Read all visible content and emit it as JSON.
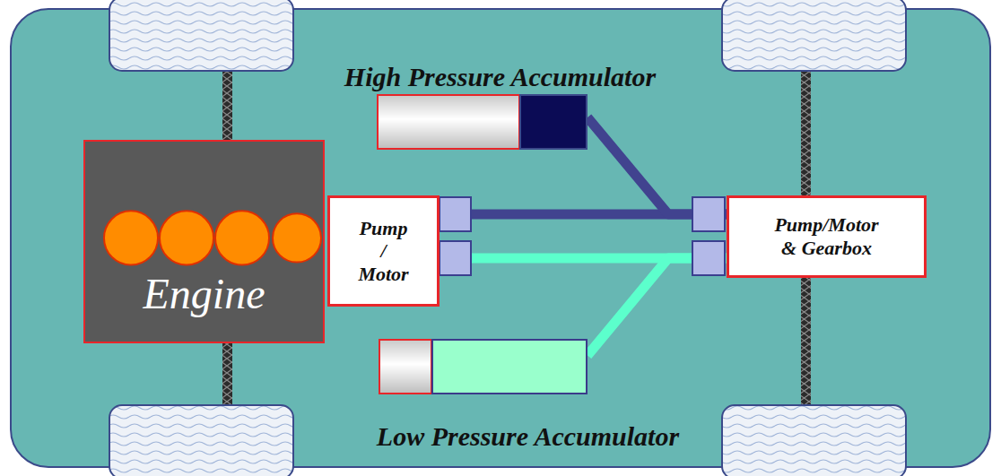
{
  "diagram": {
    "nodes": [
      {
        "text": [
          "High Pressure Accumulator"
        ]
      },
      {
        "text": [
          "Engine"
        ]
      },
      {
        "text": [
          "Pump / Motor"
        ]
      },
      {
        "text": [
          "Pump/Motor & Gearbox"
        ]
      },
      {
        "text": [
          "Low Pressure Accumulator"
        ]
      }
    ],
    "edges": [
      {
        "from": 2,
        "to": 3,
        "arrow": "none"
      },
      {
        "from": 0,
        "to": 3,
        "arrow": "none"
      },
      {
        "from": 2,
        "to": 3,
        "arrow": "none"
      },
      {
        "from": 4,
        "to": 3,
        "arrow": "none"
      }
    ]
  }
}
